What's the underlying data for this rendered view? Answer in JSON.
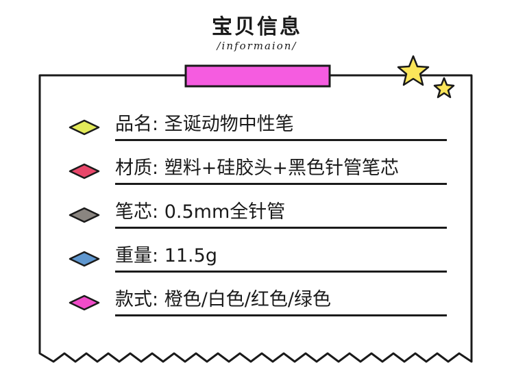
{
  "header": {
    "title": "宝贝信息",
    "subtitle": "/informaion/"
  },
  "colors": {
    "tab": "#f55ce0",
    "star": "#fbe65a",
    "outline": "#1a1a1a"
  },
  "rows": [
    {
      "label": "品名:",
      "value": "圣诞动物中性笔",
      "diamond_color": "#e3ea5a",
      "icon": "yellow-diamond-icon"
    },
    {
      "label": "材质:",
      "value": "塑料+硅胶头+黑色针管笔芯",
      "diamond_color": "#e8476a",
      "icon": "red-diamond-icon"
    },
    {
      "label": "笔芯:",
      "value": "0.5mm全针管",
      "diamond_color": "#8a8580",
      "icon": "gray-diamond-icon"
    },
    {
      "label": "重量:",
      "value": "11.5g",
      "diamond_color": "#5f97cf",
      "icon": "blue-diamond-icon"
    },
    {
      "label": "款式:",
      "value": "橙色/白色/红色/绿色",
      "diamond_color": "#f04cc9",
      "icon": "pink-diamond-icon"
    }
  ]
}
